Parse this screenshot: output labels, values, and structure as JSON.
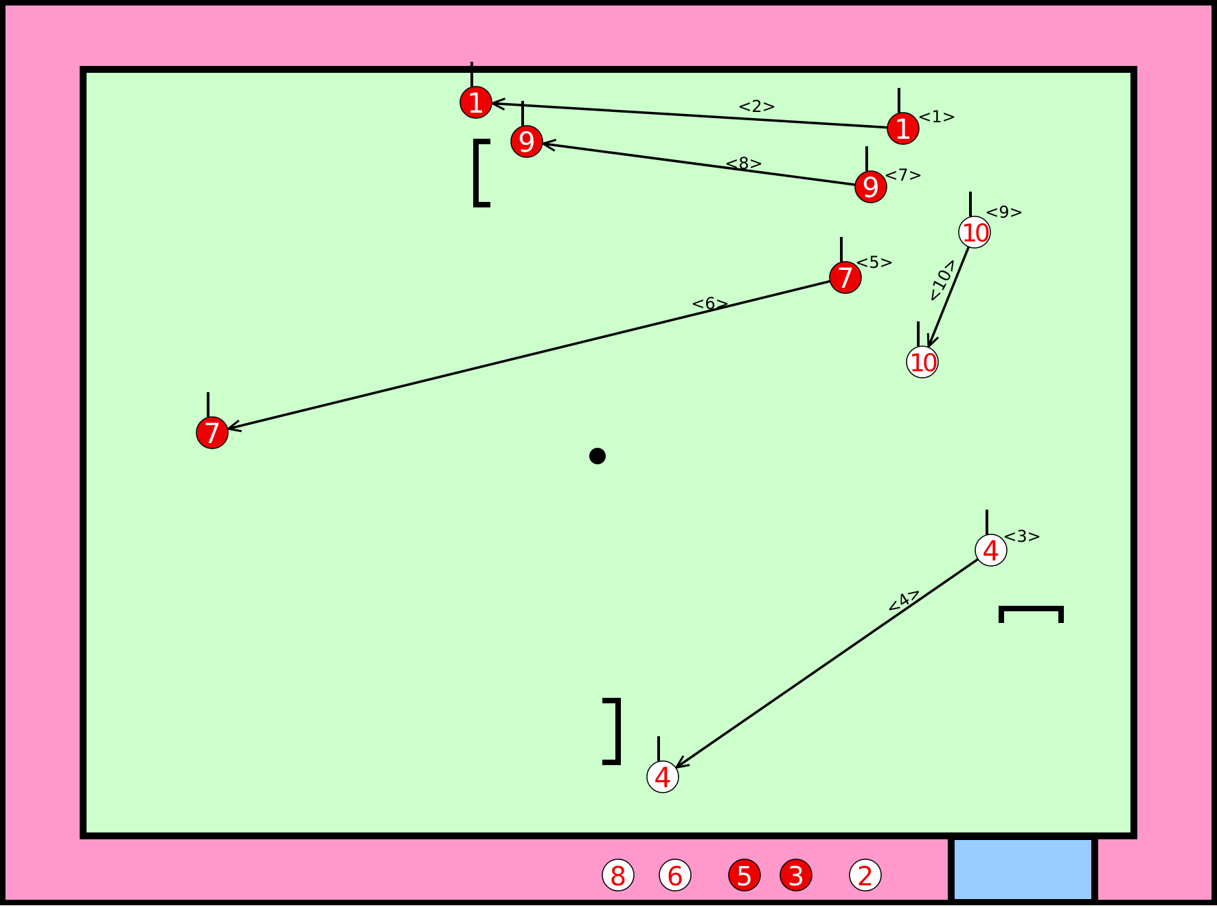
{
  "colors": {
    "outer_area": "#ff99cc",
    "pitch": "#ccffcc",
    "bench": "#99ccff",
    "line": "#000000",
    "team_red": "#ee0000",
    "team_white": "#ffffff",
    "white_number": "#ee0000"
  },
  "players": [
    {
      "id": "p1-start",
      "number": "1",
      "team": "red"
    },
    {
      "id": "p1-end",
      "number": "1",
      "team": "red"
    },
    {
      "id": "p9-start",
      "number": "9",
      "team": "red"
    },
    {
      "id": "p9-end",
      "number": "9",
      "team": "red"
    },
    {
      "id": "p7-start",
      "number": "7",
      "team": "red"
    },
    {
      "id": "p7-end",
      "number": "7",
      "team": "red"
    },
    {
      "id": "p10-start",
      "number": "10",
      "team": "white"
    },
    {
      "id": "p10-end",
      "number": "10",
      "team": "white"
    },
    {
      "id": "p4-start",
      "number": "4",
      "team": "white"
    },
    {
      "id": "p4-end",
      "number": "4",
      "team": "white"
    }
  ],
  "moves": [
    {
      "from": "p1-start",
      "to": "p1-end",
      "label": "<2>"
    },
    {
      "from": "p9-start",
      "to": "p9-end",
      "label": "<8>"
    },
    {
      "from": "p7-start",
      "to": "p7-end",
      "label": "<6>"
    },
    {
      "from": "p10-start",
      "to": "p10-end",
      "label": "<10>"
    },
    {
      "from": "p4-start",
      "to": "p4-end",
      "label": "<4>"
    }
  ],
  "step_labels": [
    {
      "player": "p1-start",
      "label": "<1>"
    },
    {
      "player": "p9-start",
      "label": "<7>"
    },
    {
      "player": "p7-start",
      "label": "<5>"
    },
    {
      "player": "p10-start",
      "label": "<9>"
    },
    {
      "player": "p4-start",
      "label": "<3>"
    }
  ],
  "bench_players": [
    {
      "number": "8",
      "team": "white"
    },
    {
      "number": "6",
      "team": "white"
    },
    {
      "number": "5",
      "team": "red"
    },
    {
      "number": "3",
      "team": "red"
    },
    {
      "number": "2",
      "team": "white"
    }
  ],
  "goals": [
    {
      "id": "goal-top-left",
      "orientation": "left"
    },
    {
      "id": "goal-right",
      "orientation": "up"
    },
    {
      "id": "goal-bottom",
      "orientation": "right"
    }
  ]
}
